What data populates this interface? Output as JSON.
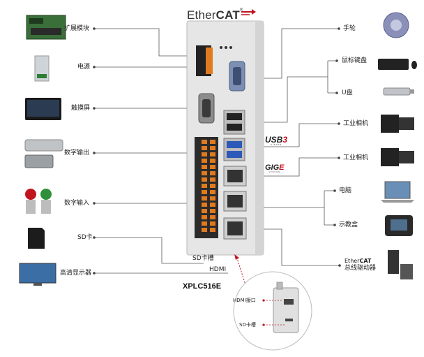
{
  "header": {
    "logo_prefix": "Ether",
    "logo_suffix": "CAT",
    "logo_reg": "®"
  },
  "model": "XPLC516E",
  "left_labels": {
    "expansion": "扩展模块",
    "power": "电源",
    "touchscreen": "触摸屏",
    "digital_output": "数字输出",
    "digital_input": "数字输入",
    "sd_card": "SD卡",
    "hd_display": "高清显示器"
  },
  "right_labels": {
    "handwheel": "手轮",
    "keyboard_mouse": "鼠标键盘",
    "usb_disk": "U盘",
    "camera1": "工业相机",
    "camera2": "工业相机",
    "computer": "电脑",
    "teach_pendant": "示教盒",
    "bus_driver": "总线驱动器",
    "ec_prefix": "Ether",
    "ec_suffix": "CAT"
  },
  "slot_labels": {
    "sd_slot": "SD卡槽",
    "hdmi": "HDMI"
  },
  "zoom_labels": {
    "hdmi_port": "HDMI接口",
    "sd_slot": "SD卡槽"
  },
  "logos": {
    "usb_prefix": "USB",
    "usb_num": "3",
    "usb_sub": "VISION",
    "gige_prefix": "GIG",
    "gige_e": "E",
    "gige_sub": "VISION"
  },
  "colors": {
    "accent_red": "#c0141f",
    "orange_terminal": "#e07a1f",
    "controller_body": "#e8e8e8"
  }
}
